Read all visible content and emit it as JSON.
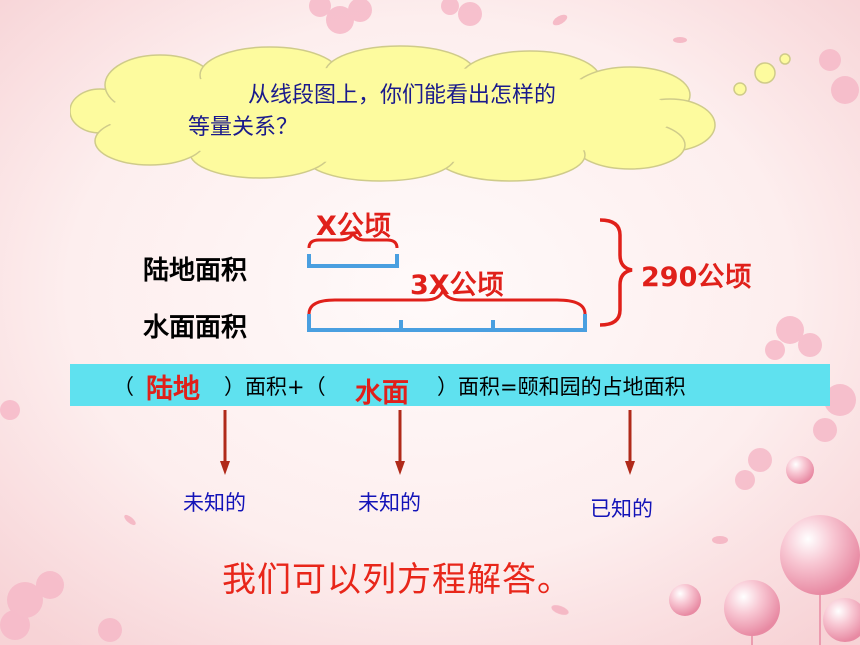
{
  "prompt": {
    "line1": "从线段图上，你们能看出怎样的",
    "line2": "等量关系？"
  },
  "diagram": {
    "land_label": "陆地面积",
    "water_label": "水面面积",
    "land_value": "X公顷",
    "water_value": "3X公顷",
    "total_value": "290公顷"
  },
  "equation": {
    "open1": "（",
    "fill1": "陆地",
    "close1_text": "）面积+（",
    "fill2": "水面",
    "close2_text": "）面积=颐和园的占地面积"
  },
  "notes": {
    "unknown1": "未知的",
    "unknown2": "未知的",
    "known": "已知的"
  },
  "conclusion": "我们可以列方程解答。",
  "colors": {
    "band": "#5fe1ef",
    "red": "#e0201a",
    "segment": "#4a9fe0",
    "arrow": "#b02a1a"
  }
}
